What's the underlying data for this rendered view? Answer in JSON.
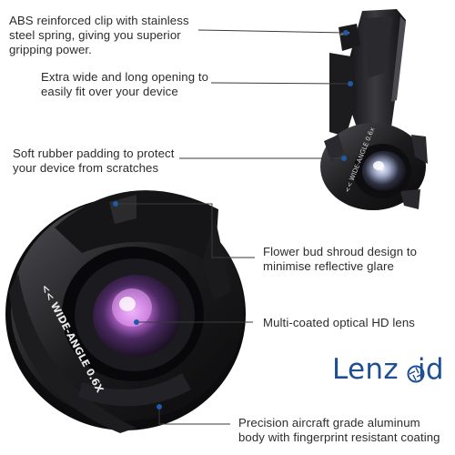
{
  "callouts": [
    {
      "lines": [
        "ABS reinforced clip with stainless",
        "steel spring, giving you superior",
        "gripping power."
      ]
    },
    {
      "lines": [
        "Extra wide and long opening to",
        "easily fit over your device"
      ]
    },
    {
      "lines": [
        "Soft rubber padding to protect",
        "your device from scratches"
      ]
    },
    {
      "lines": [
        "Flower bud shroud design to",
        "minimise reflective glare"
      ]
    },
    {
      "lines": [
        "Multi-coated optical HD lens"
      ]
    },
    {
      "lines": [
        "Precision aircraft grade aluminum",
        "body with fingerprint resistant coating"
      ]
    }
  ],
  "brand": {
    "prefix": "Lenz",
    "suffix": "id"
  },
  "lens_barrel_text": "<< WIDE-ANGLE 0.6X",
  "small_lens_text": "<< WIDE-ANGLE 0.6x",
  "colors": {
    "brand": "#1e4f93",
    "line": "#3a3a3a",
    "dot": "#1f5aa6"
  }
}
